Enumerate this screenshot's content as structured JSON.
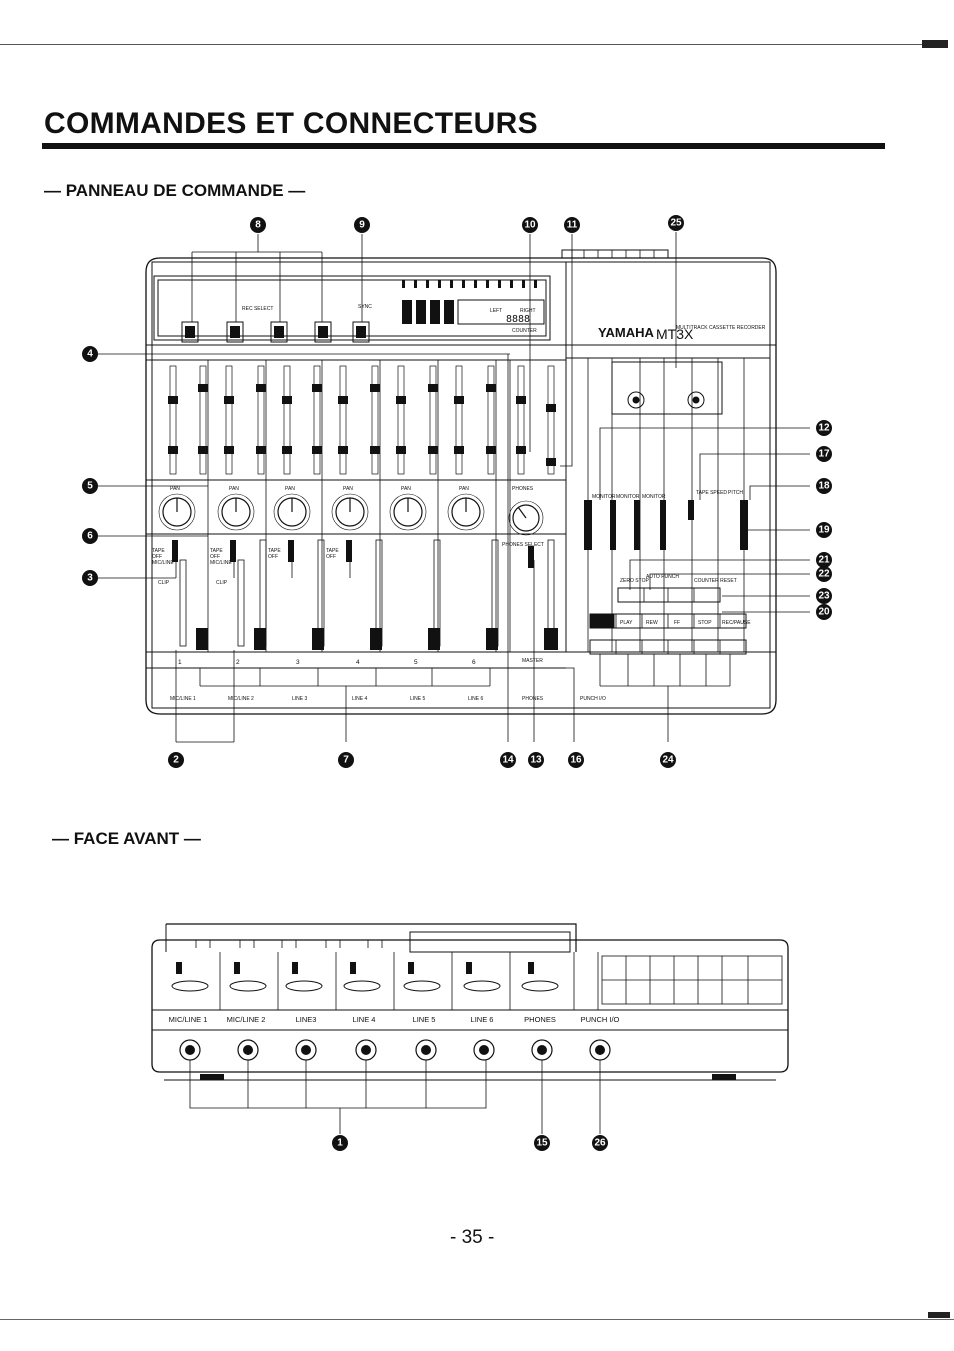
{
  "title": "COMMANDES ET CONNECTEURS",
  "sections": {
    "control_panel": "— PANNEAU DE COMMANDE —",
    "front_panel": "— FACE AVANT —"
  },
  "device": {
    "brand": "YAMAHA",
    "model": "MT3X",
    "subtitle": "MULTITRACK CASSETTE RECORDER",
    "panel_labels": {
      "rec_select": "REC SELECT",
      "sync": "SYNC",
      "left": "LEFT",
      "right": "RIGHT",
      "counter": "COUNTER",
      "phones": "PHONES",
      "phones_select": "PHONES SELECT",
      "master": "MASTER",
      "punch_io": "PUNCH I/O",
      "pan": "PAN",
      "tape": "TAPE",
      "off": "OFF",
      "mic_line": "MIC/LINE",
      "clip": "CLIP",
      "monitor": "MONITOR",
      "tape_speed": "TAPE SPEED",
      "pitch": "PITCH",
      "zero_stop": "ZERO STOP",
      "auto_punch": "AUTO PUNCH",
      "counter_reset": "COUNTER RESET",
      "play": "PLAY",
      "rew": "REW",
      "ff": "FF",
      "stop": "STOP",
      "rec_pause": "REC/PAUSE"
    },
    "channel_numbers": [
      "1",
      "2",
      "3",
      "4",
      "5",
      "6"
    ],
    "top_channel_labels": [
      "MIC/LINE 1",
      "MIC/LINE 2",
      "LINE 3",
      "LINE 4",
      "LINE 5",
      "LINE 6",
      "PHONES",
      "PUNCH I/O"
    ],
    "front_labels": [
      "MIC/LINE 1",
      "MIC/LINE 2",
      "LINE3",
      "LINE 4",
      "LINE 5",
      "LINE 6",
      "PHONES",
      "PUNCH I/O"
    ],
    "counter_display": "8888"
  },
  "callouts": {
    "c1": "1",
    "c2": "2",
    "c3": "3",
    "c4": "4",
    "c5": "5",
    "c6": "6",
    "c7": "7",
    "c8": "8",
    "c9": "9",
    "c10": "10",
    "c11": "11",
    "c12": "12",
    "c13": "13",
    "c14": "14",
    "c15": "15",
    "c16": "16",
    "c17": "17",
    "c18": "18",
    "c19": "19",
    "c20": "20",
    "c21": "21",
    "c22": "22",
    "c23": "23",
    "c24": "24",
    "c25": "25",
    "c26": "26"
  },
  "page_number": "- 35 -"
}
